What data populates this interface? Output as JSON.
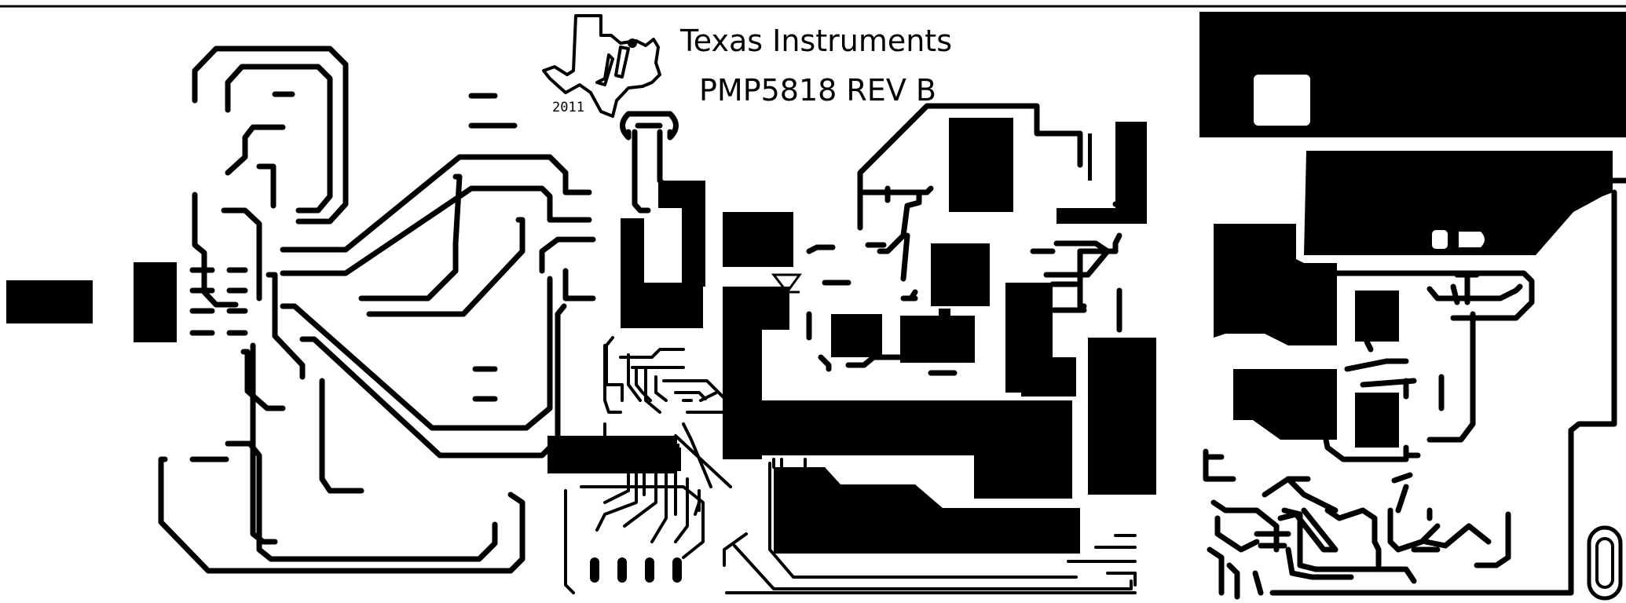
{
  "layer": {
    "ink_color": "#000000",
    "background_color": "#ffffff"
  },
  "logo": {
    "icon": "texas-instruments-logo",
    "year": "2011"
  },
  "silkscreen": {
    "company": "Texas Instruments",
    "board": "PMP5818 REV B"
  }
}
